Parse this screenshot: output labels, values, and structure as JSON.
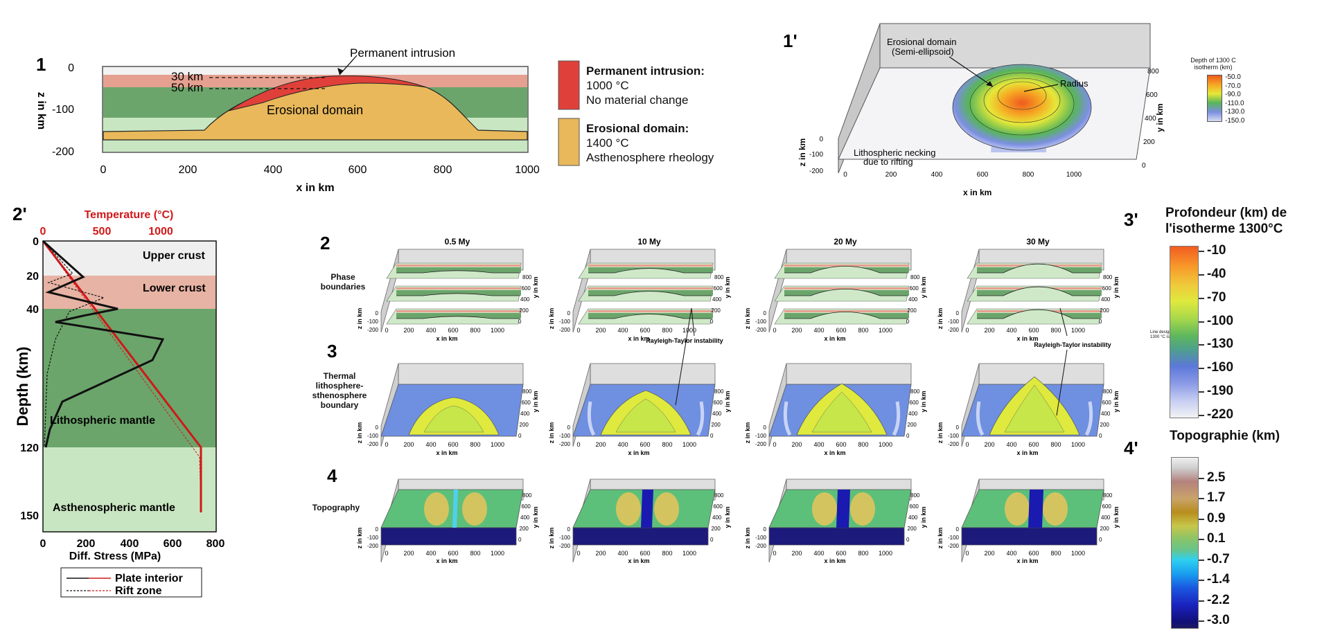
{
  "panel1": {
    "label": "1",
    "yaxis_label": "z in km",
    "xaxis_label": "x in km",
    "yticks": [
      "0",
      "-100",
      "-200"
    ],
    "xticks": [
      "0",
      "200",
      "400",
      "600",
      "800",
      "1000"
    ],
    "annotation_30": "30 km",
    "annotation_50": "50 km",
    "permanent_intrusion_label": "Permanent intrusion",
    "erosional_label": "Erosional domain",
    "legend": {
      "intrusion_title": "Permanent intrusion:",
      "intrusion_line1": "1000 °C",
      "intrusion_line2": "No material change",
      "erosional_title": "Erosional domain:",
      "erosional_line1": "1400 °C",
      "erosional_line2": "Asthenosphere rheology"
    },
    "colors": {
      "intrusion": "#e0403a",
      "erosional": "#e8b85a",
      "mantle": "#6ba56b",
      "asthenosphere": "#c9e6c2",
      "crust": "#e6a090"
    }
  },
  "panel1p": {
    "label": "1'",
    "erosional_title": "Erosional domain",
    "erosional_sub": "(Semi-ellipsoid)",
    "radius": "Radius",
    "necking1": "Lithospheric necking",
    "necking2": "due to rifting",
    "xlabel": "x in km",
    "ylabel": "y in km",
    "zlabel": "z in km",
    "xticks": [
      "0",
      "200",
      "400",
      "600",
      "800",
      "1000"
    ],
    "yticks": [
      "0",
      "200",
      "400",
      "600",
      "800"
    ],
    "zticks": [
      "0",
      "-100",
      "-200"
    ],
    "legend_title1": "Depth of 1300 C",
    "legend_title2": "isotherm (km)",
    "legend_values": [
      "-50.0",
      "-70.0",
      "-90.0",
      "-110.0",
      "-130.0",
      "-150.0"
    ],
    "legend_colors": [
      "#ee5a1e",
      "#f6a623",
      "#e6e838",
      "#58b55a",
      "#7b8fe0",
      "#d6dcf2"
    ]
  },
  "panel2p": {
    "label": "2'",
    "top_axis_title": "Temperature (°C)",
    "top_ticks": [
      "0",
      "500",
      "1000"
    ],
    "ylabel": "Depth (km)",
    "yticks": [
      "0",
      "20",
      "40",
      "120",
      "150"
    ],
    "xlabel": "Diff. Stress (MPa)",
    "xticks": [
      "0",
      "200",
      "400",
      "600",
      "800"
    ],
    "layers": [
      "Upper crust",
      "Lower crust",
      "Lithospheric mantle",
      "Asthenospheric mantle"
    ],
    "legend": [
      "Plate interior",
      "Rift zone"
    ]
  },
  "grid": {
    "label2": "2",
    "label3": "3",
    "label4": "4",
    "times": [
      "0.5 My",
      "10 My",
      "20 My",
      "30 My"
    ],
    "row_labels": {
      "phase": "Phase boundaries",
      "thermal1": "Thermal",
      "thermal2": "lithosphere-",
      "thermal3": "sthenosphere",
      "thermal4": "boundary",
      "topo": "Topography"
    },
    "x_axis_label": "x in km",
    "y_axis_label": "y in km",
    "z_axis_label": "z in km",
    "xticks": [
      "0",
      "200",
      "400",
      "600",
      "800",
      "1000"
    ],
    "yticks": [
      "0",
      "200",
      "400",
      "600",
      "800"
    ],
    "zticks": [
      "0",
      "-100",
      "-200"
    ],
    "rt_label": "Rayleigh-Taylor instability",
    "line_note1": "Line designates",
    "line_note2": "1300 °C isotherm"
  },
  "colorbar3p": {
    "label": "3'",
    "title1": "Profondeur (km) de",
    "title2": "l'isotherme 1300°C",
    "ticks": [
      "-10",
      "-40",
      "-70",
      "-100",
      "-130",
      "-160",
      "-190",
      "-220"
    ]
  },
  "colorbar4p": {
    "label": "4'",
    "title": "Topographie (km)",
    "ticks": [
      "2.5",
      "1.7",
      "0.9",
      "0.1",
      "-0.7",
      "-1.4",
      "-2.2",
      "-3.0"
    ]
  }
}
